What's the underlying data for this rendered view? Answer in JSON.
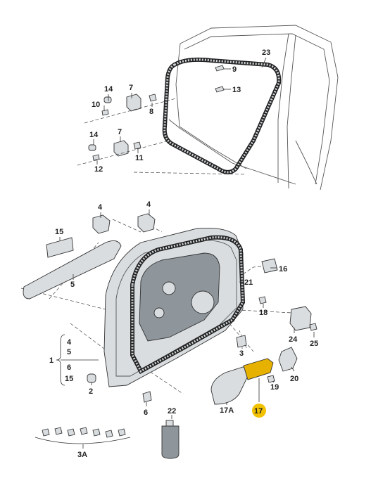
{
  "callouts": {
    "c23": "23",
    "c9": "9",
    "c13": "13",
    "c14a": "14",
    "c7a": "7",
    "c10": "10",
    "c8": "8",
    "c14b": "14",
    "c7b": "7",
    "c11": "11",
    "c12": "12",
    "c4a": "4",
    "c4b": "4",
    "c15": "15",
    "c5": "5",
    "c16": "16",
    "c21": "21",
    "c18": "18",
    "c24": "24",
    "c25": "25",
    "c3": "3",
    "c20": "20",
    "c19": "19",
    "c17a": "17A",
    "c17": "17",
    "c2": "2",
    "c6": "6",
    "c22": "22",
    "c3a": "3A"
  },
  "group1": {
    "label": "1",
    "items": [
      "4",
      "5",
      "6",
      "15"
    ]
  },
  "colors": {
    "highlight": "#f2c200",
    "line": "#333333",
    "part_fill": "#d9dde0"
  }
}
